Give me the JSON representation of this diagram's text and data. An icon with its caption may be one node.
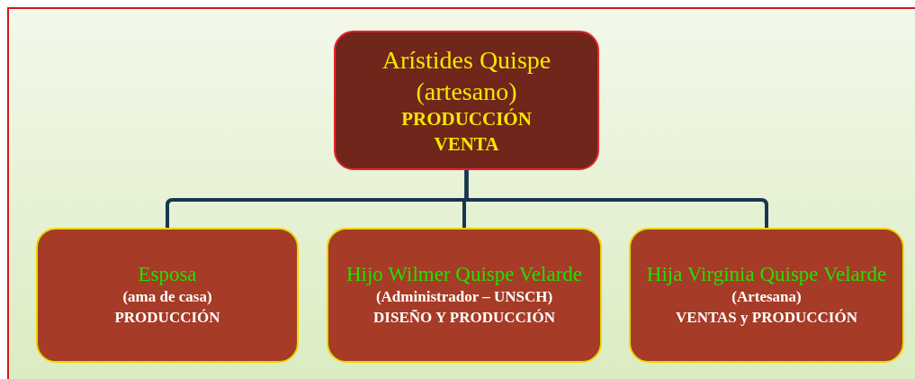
{
  "diagram": {
    "nodes": [
      {
        "text": [
          "Arístides Quispe (artesano)",
          "PRODUCCIÓN VENTA"
        ]
      },
      {
        "text": [
          "Esposa",
          "(ama de casa)",
          "PRODUCCIÓN"
        ]
      },
      {
        "text": [
          "Hijo Wilmer Quispe Velarde",
          "(Administrador – UNSCH)",
          "DISEÑO Y PRODUCCIÓN"
        ]
      },
      {
        "text": [
          "Hija Virginia Quispe Velarde",
          "(Artesana)",
          "VENTAS y PRODUCCIÓN"
        ]
      }
    ],
    "edges": [
      {
        "from": 0,
        "to": 1,
        "arrow": "none"
      },
      {
        "from": 0,
        "to": 2,
        "arrow": "none"
      },
      {
        "from": 0,
        "to": 3,
        "arrow": "none"
      }
    ]
  }
}
